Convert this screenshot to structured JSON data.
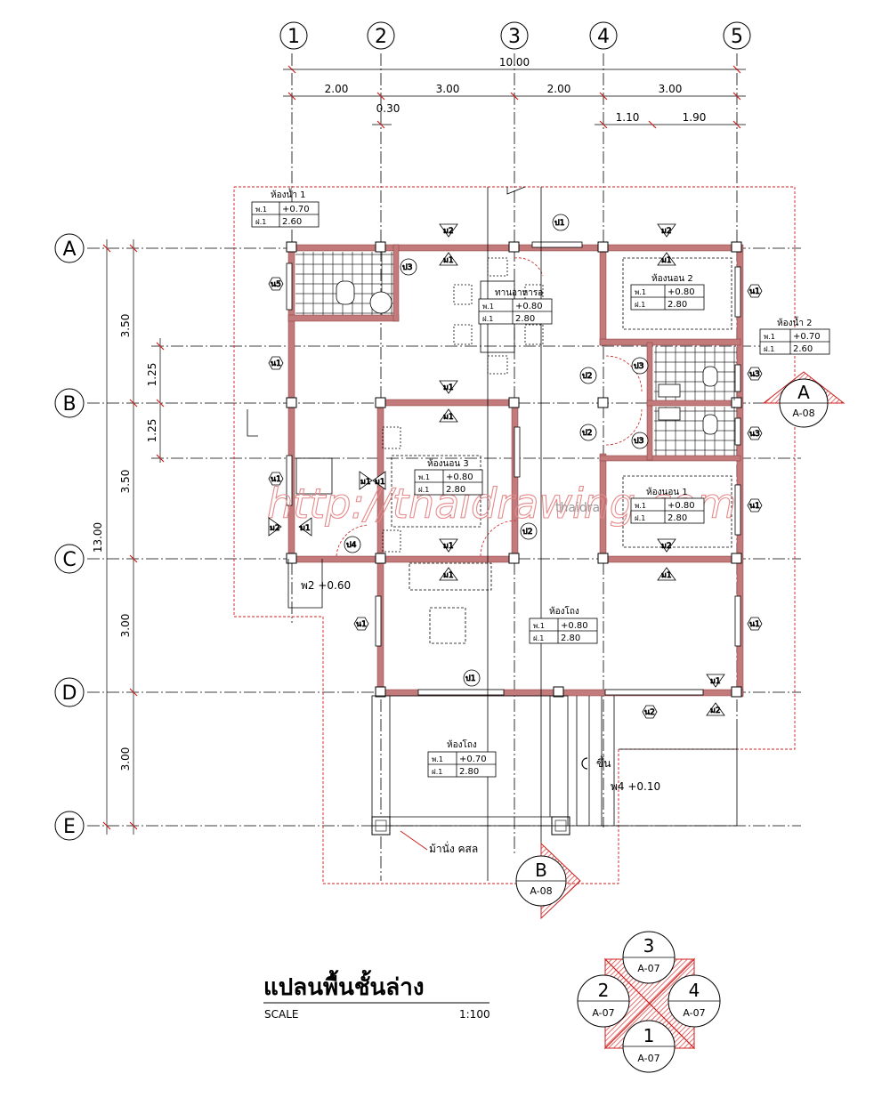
{
  "grid": {
    "columns": [
      "1",
      "2",
      "3",
      "4",
      "5"
    ],
    "rows": [
      "A",
      "B",
      "C",
      "D",
      "E"
    ]
  },
  "dimensions": {
    "top_total": "10.00",
    "top_segments": [
      "2.00",
      "3.00",
      "2.00",
      "3.00"
    ],
    "small_left": "0.30",
    "small_right": [
      "1.10",
      "1.90"
    ],
    "left_total": "13.00",
    "left_segments": [
      "3.50",
      "3.50",
      "3.00",
      "3.00"
    ],
    "left_sub": [
      "1.25",
      "1.25"
    ]
  },
  "rooms": {
    "bath1": {
      "name": "ห้องน้ำ 1",
      "floor_label": "พ.1",
      "floor_value": "+0.70",
      "ceiling_label": "ฝ.1",
      "ceiling_value": "2.60"
    },
    "dining": {
      "name": "ทานอาหารอ",
      "floor_label": "พ.1",
      "floor_value": "+0.80",
      "ceiling_label": "ฝ.1",
      "ceiling_value": "2.80"
    },
    "bed2": {
      "name": "ห้องนอน 2",
      "floor_label": "พ.1",
      "floor_value": "+0.80",
      "ceiling_label": "ฝ.1",
      "ceiling_value": "2.80"
    },
    "bath2": {
      "name": "ห้องน้ำ 2",
      "floor_label": "พ.1",
      "floor_value": "+0.70",
      "ceiling_label": "ฝ.1",
      "ceiling_value": "2.60"
    },
    "bed3": {
      "name": "ห้องนอน 3",
      "floor_label": "พ.1",
      "floor_value": "+0.80",
      "ceiling_label": "ฝ.1",
      "ceiling_value": "2.80"
    },
    "bed1": {
      "name": "ห้องนอน 1",
      "floor_label": "พ.1",
      "floor_value": "+0.80",
      "ceiling_label": "ฝ.1",
      "ceiling_value": "2.80"
    },
    "living": {
      "name": "ห้องโถง",
      "floor_label": "พ.1",
      "floor_value": "+0.80",
      "ceiling_label": "ฝ.1",
      "ceiling_value": "2.80"
    },
    "porch": {
      "name": "ห้องโถง",
      "floor_label": "พ.1",
      "floor_value": "+0.70",
      "ceiling_label": "ฝ.1",
      "ceiling_value": "2.80"
    }
  },
  "tags": {
    "n1": "น1",
    "n2": "น2",
    "n3": "น3",
    "n5": "น5",
    "p1": "ป1",
    "p2": "ป2",
    "p3": "ป3",
    "p4": "ป4",
    "w1": "ม1",
    "w2": "ม2"
  },
  "notes": {
    "kitchen_floor": "พ2 +0.60",
    "stairs_up": "ขึ้น",
    "porch_floor": "พ4 +0.10",
    "bench": "ม้านั่ง คสล"
  },
  "sections": {
    "a_letter": "A",
    "a_sheet": "A-08",
    "b_letter": "B",
    "b_sheet": "A-08"
  },
  "elevation_key": {
    "top": {
      "num": "3",
      "sheet": "A-07"
    },
    "left": {
      "num": "2",
      "sheet": "A-07"
    },
    "right": {
      "num": "4",
      "sheet": "A-07"
    },
    "bottom": {
      "num": "1",
      "sheet": "A-07"
    }
  },
  "watermark": {
    "url": "http://thaidrawing.com",
    "center_text": "thaidra"
  },
  "title_block": {
    "title": "แปลนพื้นชั้นล่าง",
    "scale_label": "SCALE",
    "scale_value": "1:100"
  },
  "colors": {
    "wall": "#c27a7a",
    "red": "#cc1f1f",
    "hatch": "#d33",
    "line": "#000"
  }
}
